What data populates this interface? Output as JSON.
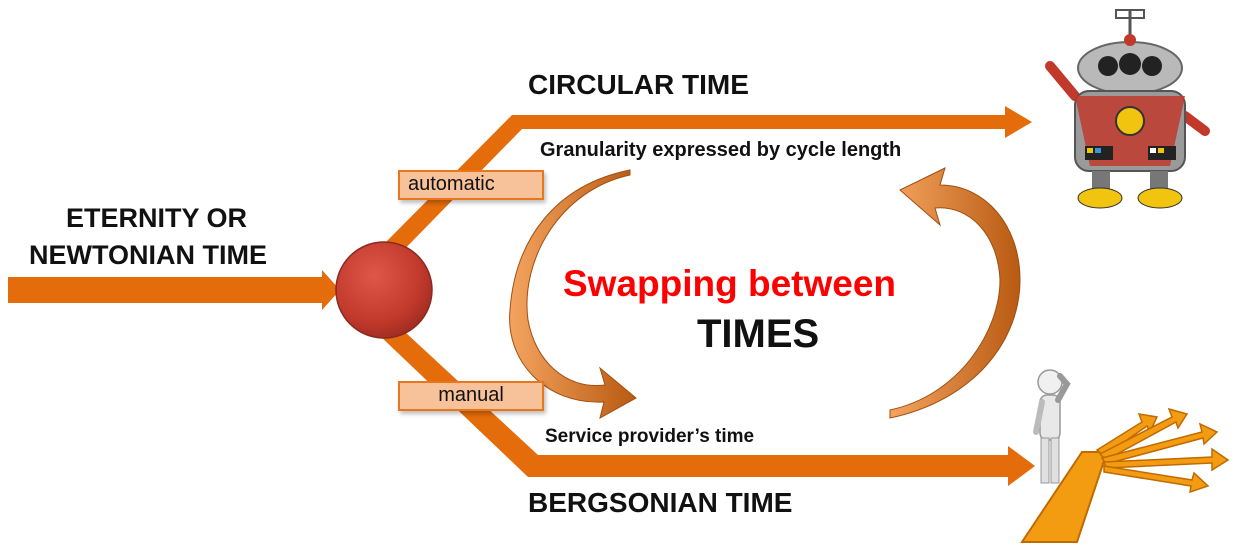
{
  "colors": {
    "arrow": "#e46c0a",
    "tag_fill": "#f7c29a",
    "hub": "#c0392b",
    "accent_text": "#ff0000",
    "text": "#111111"
  },
  "labels": {
    "eternity_line1": "ETERNITY OR",
    "eternity_line2": "NEWTONIAN TIME",
    "circular": "CIRCULAR TIME",
    "bergsonian": "BERGSONIAN TIME",
    "granularity": "Granularity expressed by cycle length",
    "service": "Service provider’s time",
    "automatic": "automatic",
    "manual": "manual",
    "swap_line1": "Swapping between",
    "swap_line2": "TIMES"
  },
  "icons": [
    "robot-icon",
    "thinking-person-icon",
    "branching-arrows-icon"
  ]
}
